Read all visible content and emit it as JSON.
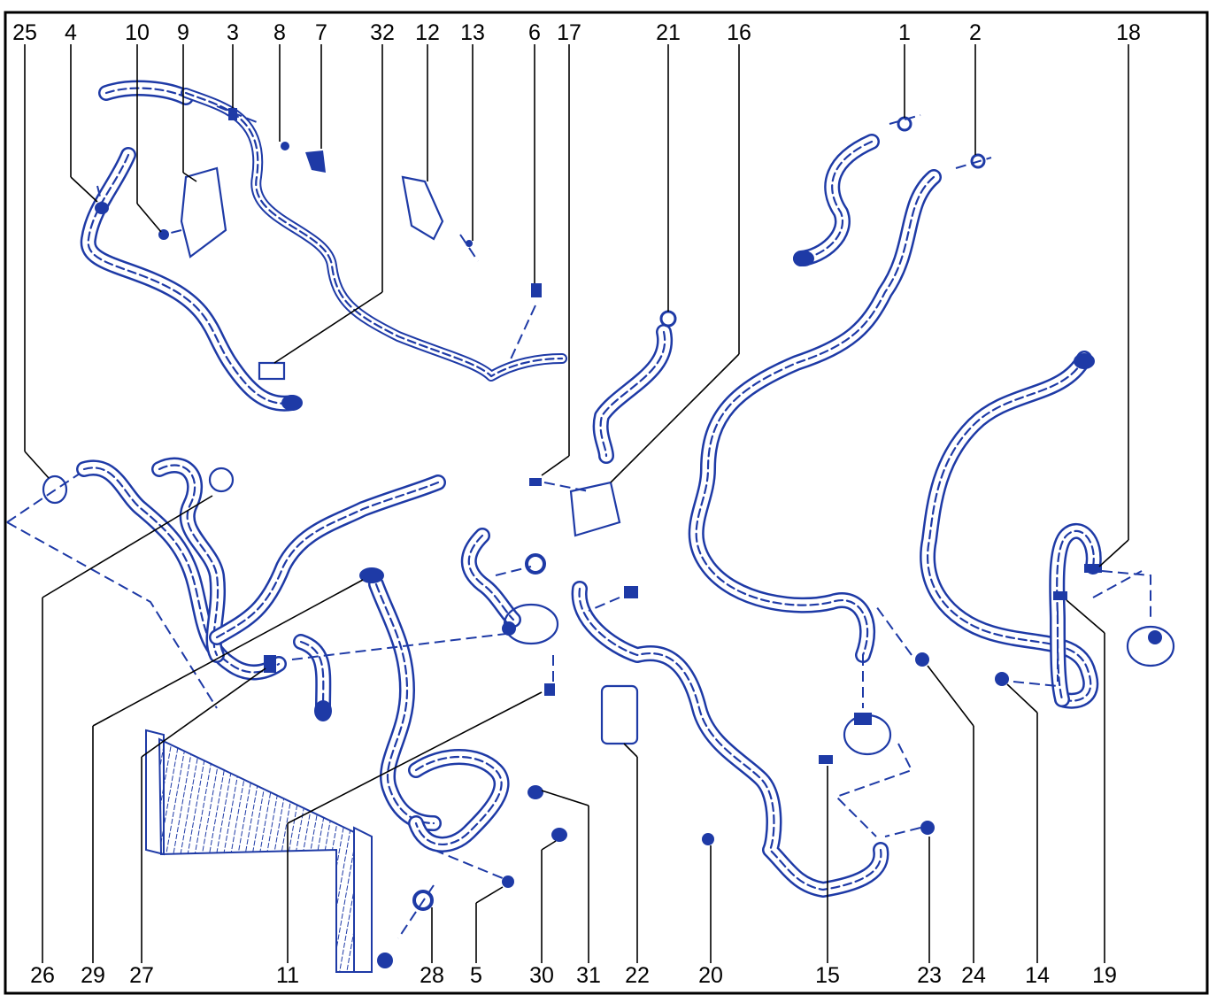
{
  "diagram": {
    "line_color": "#1e3aa6",
    "frame_color": "#000000",
    "text_color": "#000000",
    "callouts_top": [
      "25",
      "4",
      "10",
      "9",
      "3",
      "8",
      "7",
      "32",
      "12",
      "13",
      "6",
      "17",
      "21",
      "16",
      "1",
      "2",
      "18"
    ],
    "callouts_bottom": [
      "26",
      "29",
      "27",
      "11",
      "28",
      "5",
      "30",
      "31",
      "22",
      "20",
      "15",
      "23",
      "24",
      "14",
      "19"
    ]
  }
}
